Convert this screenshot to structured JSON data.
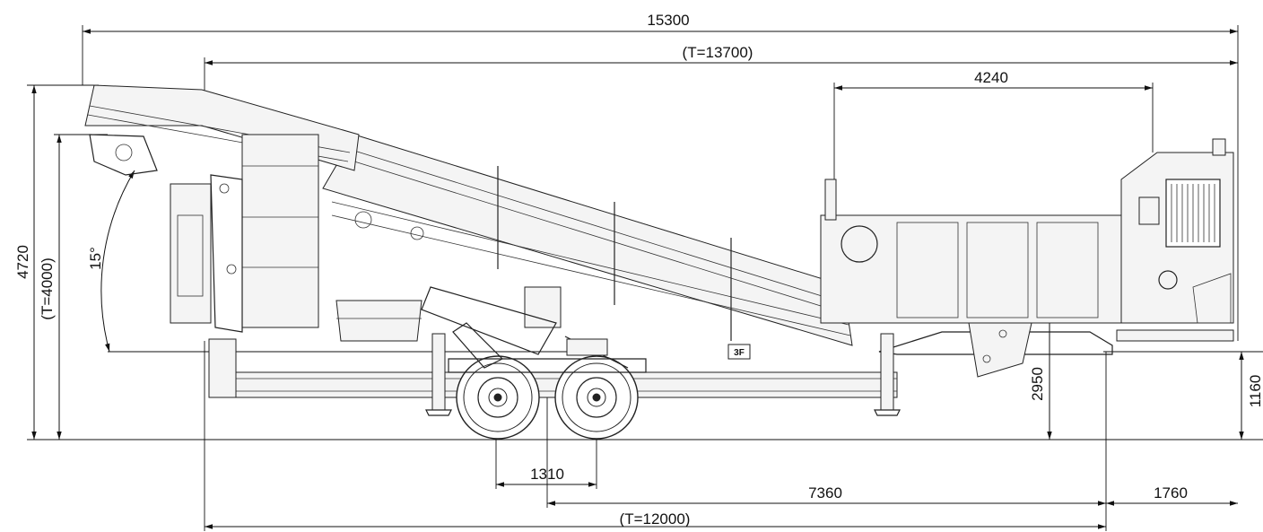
{
  "dimensions": {
    "overall_length": "15300",
    "transport_length": "(T=13700)",
    "engine_section": "4240",
    "overall_height": "4720",
    "transport_height": "(T=4000)",
    "angle": "15°",
    "discharge_height": "2950",
    "hitch_height": "1160",
    "axle_spacing": "1310",
    "axle_to_hitch": "7360",
    "hitch_overhang": "1760",
    "transport_wheelbase": "(T=12000)"
  },
  "logo_text": "3F"
}
